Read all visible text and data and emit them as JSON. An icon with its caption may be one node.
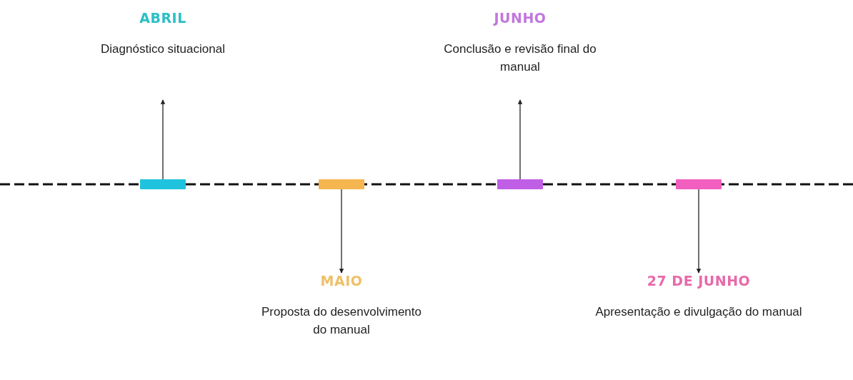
{
  "diagram": {
    "nodes": [
      {
        "text": [
          "ABRIL",
          "Diagnóstico situacional"
        ]
      },
      {
        "text": [
          "JUNHO",
          "Conclusão e revisão final do manual"
        ]
      },
      {
        "text": [],
        "shape": "bar"
      },
      {
        "text": [],
        "shape": "bar"
      },
      {
        "text": [],
        "shape": "bar"
      },
      {
        "text": [],
        "shape": "bar"
      },
      {
        "text": [
          "MAIO",
          "Proposta do desenvolvimento do manual"
        ]
      },
      {
        "text": [
          "27 DE JUNHO",
          "Apresentação e divulgação do manual"
        ]
      }
    ],
    "edges": [
      {
        "from": 2,
        "to": 0,
        "arrow": "to"
      },
      {
        "from": 3,
        "to": 6,
        "arrow": "to"
      },
      {
        "from": 4,
        "to": 1,
        "arrow": "to"
      },
      {
        "from": 5,
        "to": 7,
        "arrow": "to"
      }
    ]
  }
}
